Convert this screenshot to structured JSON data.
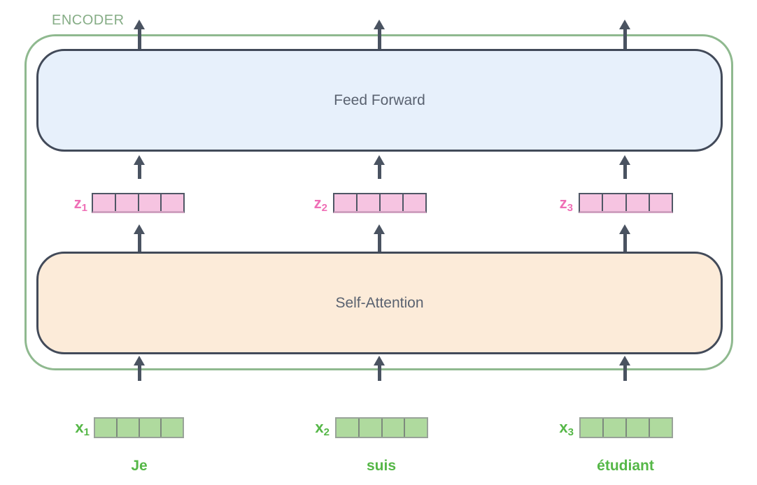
{
  "diagram": {
    "encoder_label": "ENCODER",
    "layers": [
      {
        "id": "feed-forward",
        "label": "Feed Forward"
      },
      {
        "id": "self-attention",
        "label": "Self-Attention"
      }
    ],
    "z_vectors": [
      {
        "base": "z",
        "sub": "1"
      },
      {
        "base": "z",
        "sub": "2"
      },
      {
        "base": "z",
        "sub": "3"
      }
    ],
    "x_vectors": [
      {
        "base": "x",
        "sub": "1"
      },
      {
        "base": "x",
        "sub": "2"
      },
      {
        "base": "x",
        "sub": "3"
      }
    ],
    "tokens": [
      "Je",
      "suis",
      "étudiant"
    ],
    "cells_per_vector": 4,
    "flow_direction": "bottom-to-top",
    "colors": {
      "encoder_border_green": "#8fb98f",
      "encoder_label_green": "#86ad86",
      "token_green": "#55b747",
      "x_cell_green": "#afda9e",
      "z_label_pink": "#ef6fb6",
      "z_cell_pink": "#f6c4e1",
      "feed_forward_fill": "#e7f0fb",
      "self_attention_fill": "#fcebd9",
      "box_border_dark": "#424a59",
      "arrow_dark": "#4a5361",
      "layer_text": "#5a6270"
    }
  }
}
